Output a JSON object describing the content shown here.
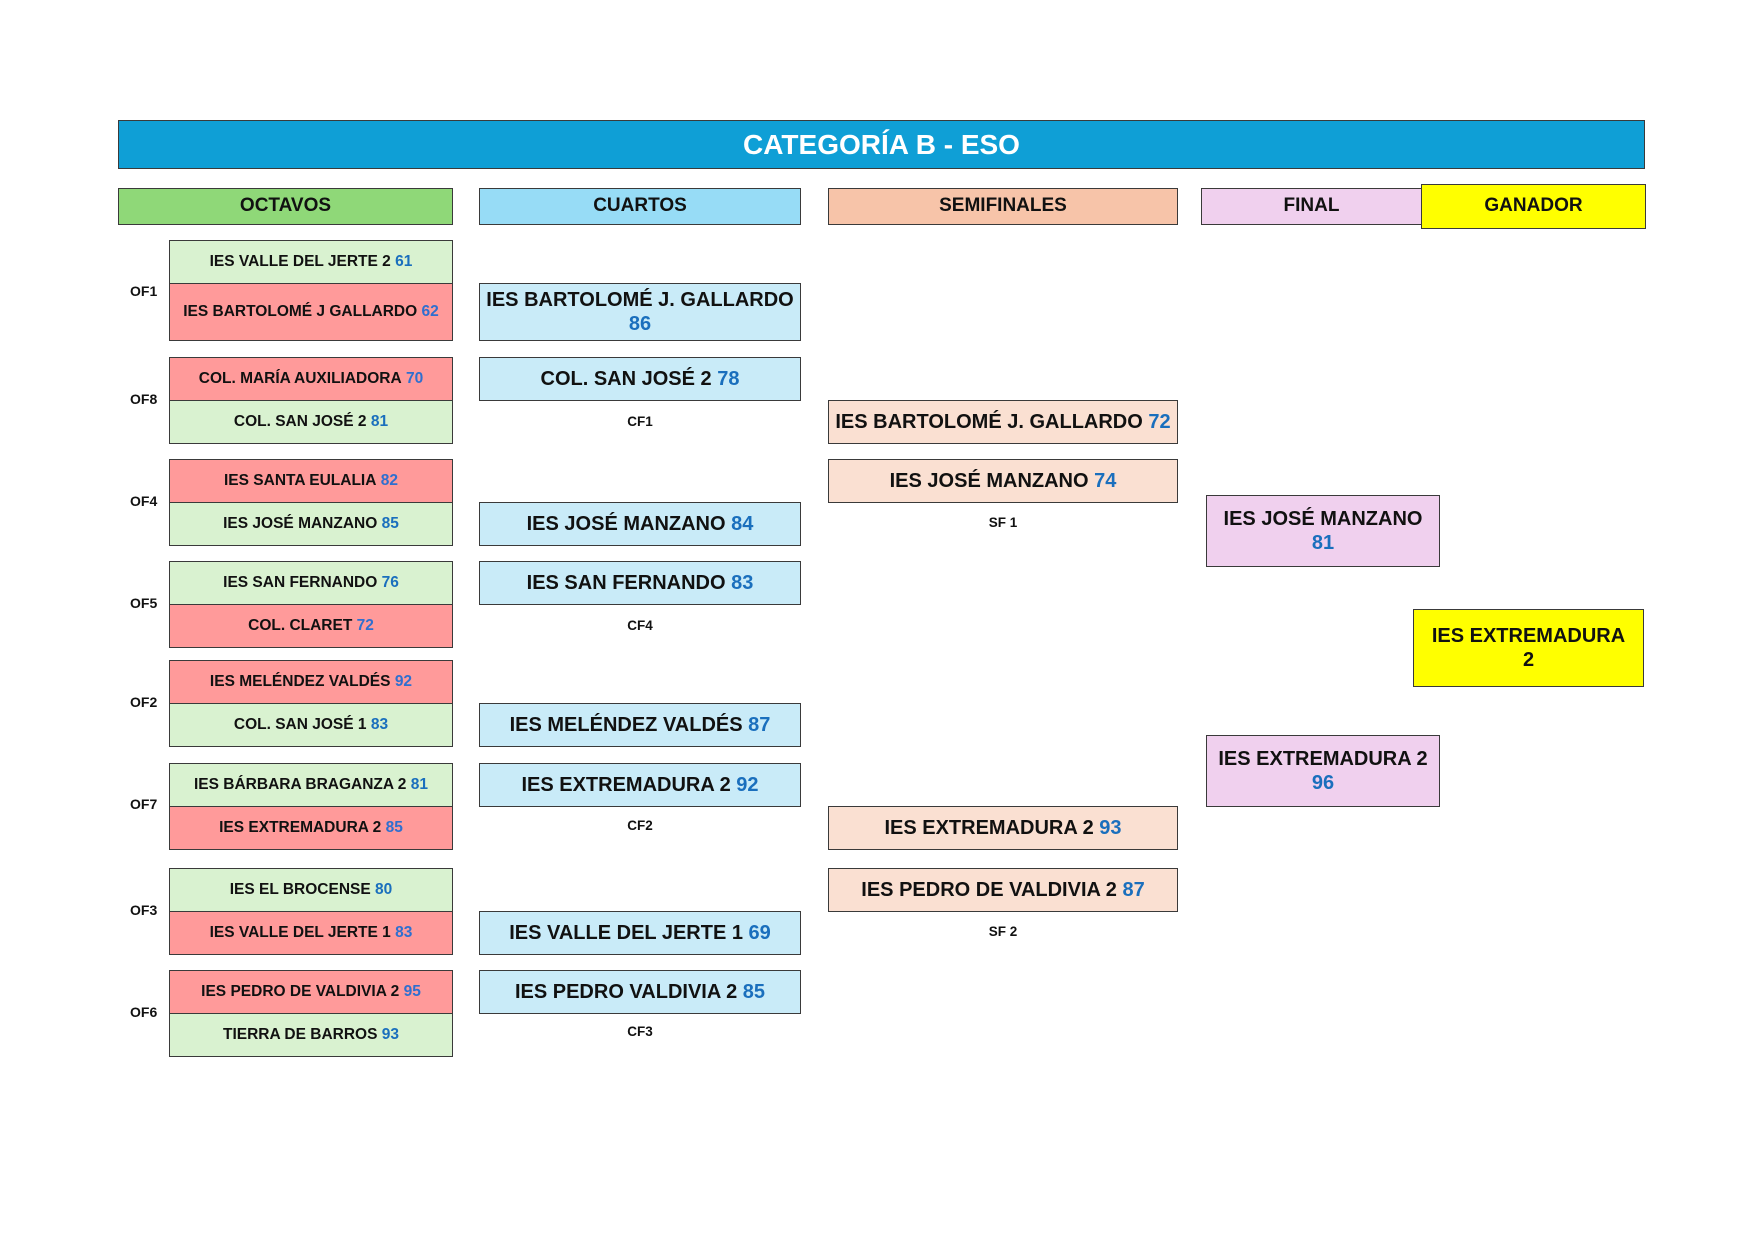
{
  "title": "CATEGORÍA B - ESO",
  "headers": {
    "octavos": "OCTAVOS",
    "cuartos": "CUARTOS",
    "semifinales": "SEMIFINALES",
    "final": "FINAL",
    "ganador": "GANADOR"
  },
  "octavos": [
    {
      "label": "OF1",
      "teams": [
        {
          "name": "IES VALLE DEL JERTE 2",
          "score": "61"
        },
        {
          "name": "IES BARTOLOMÉ J GALLARDO",
          "score": "62"
        }
      ]
    },
    {
      "label": "OF8",
      "teams": [
        {
          "name": "COL. MARÍA AUXILIADORA",
          "score": "70"
        },
        {
          "name": "COL. SAN JOSÉ 2",
          "score": "81"
        }
      ]
    },
    {
      "label": "OF4",
      "teams": [
        {
          "name": "IES SANTA EULALIA",
          "score": "82"
        },
        {
          "name": "IES JOSÉ MANZANO",
          "score": "85"
        }
      ]
    },
    {
      "label": "OF5",
      "teams": [
        {
          "name": "IES SAN FERNANDO",
          "score": "76"
        },
        {
          "name": "COL. CLARET",
          "score": "72"
        }
      ]
    },
    {
      "label": "OF2",
      "teams": [
        {
          "name": "IES MELÉNDEZ VALDÉS",
          "score": "92"
        },
        {
          "name": "COL. SAN JOSÉ 1",
          "score": "83"
        }
      ]
    },
    {
      "label": "OF7",
      "teams": [
        {
          "name": "IES BÁRBARA BRAGANZA 2",
          "score": "81"
        },
        {
          "name": "IES EXTREMADURA 2",
          "score": "85"
        }
      ]
    },
    {
      "label": "OF3",
      "teams": [
        {
          "name": "IES EL BROCENSE",
          "score": "80"
        },
        {
          "name": "IES VALLE DEL JERTE 1",
          "score": "83"
        }
      ]
    },
    {
      "label": "OF6",
      "teams": [
        {
          "name": "IES PEDRO DE VALDIVIA 2",
          "score": "95"
        },
        {
          "name": "TIERRA DE BARROS",
          "score": "93"
        }
      ]
    }
  ],
  "cuartos": [
    {
      "label": "CF1",
      "teams": [
        {
          "name": "IES BARTOLOMÉ J. GALLARDO",
          "score": "86"
        },
        {
          "name": "COL. SAN JOSÉ 2",
          "score": "78"
        }
      ]
    },
    {
      "label": "CF4",
      "teams": [
        {
          "name": "IES JOSÉ MANZANO",
          "score": "84"
        },
        {
          "name": "IES SAN FERNANDO",
          "score": "83"
        }
      ]
    },
    {
      "label": "CF2",
      "teams": [
        {
          "name": "IES MELÉNDEZ VALDÉS",
          "score": "87"
        },
        {
          "name": "IES EXTREMADURA 2",
          "score": "92"
        }
      ]
    },
    {
      "label": "CF3",
      "teams": [
        {
          "name": "IES VALLE DEL JERTE 1",
          "score": "69"
        },
        {
          "name": "IES PEDRO VALDIVIA 2",
          "score": "85"
        }
      ]
    }
  ],
  "semifinales": [
    {
      "label": "SF 1",
      "teams": [
        {
          "name": "IES BARTOLOMÉ J. GALLARDO",
          "score": "72"
        },
        {
          "name": "IES JOSÉ MANZANO",
          "score": "74"
        }
      ]
    },
    {
      "label": "SF 2",
      "teams": [
        {
          "name": "IES EXTREMADURA 2",
          "score": "93"
        },
        {
          "name": "IES PEDRO DE VALDIVIA 2",
          "score": "87"
        }
      ]
    }
  ],
  "final": [
    {
      "name": "IES JOSÉ MANZANO",
      "score": "81"
    },
    {
      "name": "IES EXTREMADURA 2",
      "score": "96"
    }
  ],
  "ganador": {
    "line1": "IES EXTREMADURA",
    "line2": "2"
  },
  "colors": {
    "title_bg": "#0f9fd6",
    "octavos_header": "#8fd878",
    "cuartos_header": "#97dcf6",
    "semifinales_header": "#f7c4a9",
    "final_header": "#f0d0ee",
    "ganador_header": "#ffff00",
    "winner_fill": "#d9f2d0",
    "loser_fill": "#ff9a9a",
    "score_text": "#1a6fbd"
  }
}
